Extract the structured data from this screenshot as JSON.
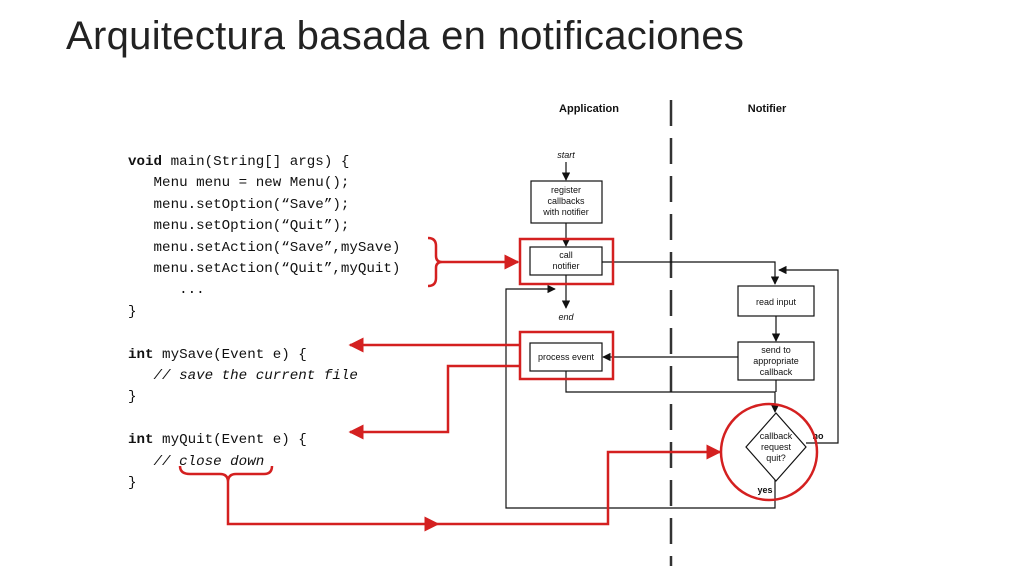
{
  "title": "Arquitectura basada en notificaciones",
  "code": {
    "l1": [
      "void",
      " main(String[] args) {"
    ],
    "l2": "   Menu menu = new Menu();",
    "l3": "   menu.setOption(“Save”);",
    "l4": "   menu.setOption(“Quit”);",
    "l5": "   menu.setAction(“Save”,mySave)",
    "l6": "   menu.setAction(“Quit”,myQuit)",
    "l7": "      ...",
    "l8": "}",
    "l10": [
      "int",
      " mySave(Event e) {"
    ],
    "l11": "   // save the current file",
    "l12": "}",
    "l14": [
      "int",
      " myQuit(Event e) {"
    ],
    "l15": "   // close down",
    "l16": "}"
  },
  "flowchart": {
    "lane_application": "Application",
    "lane_notifier": "Notifier",
    "start_label": "start",
    "end_label": "end",
    "register": [
      "register",
      "callbacks",
      "with notifier"
    ],
    "call_notifier": [
      "call",
      "notifier"
    ],
    "process_event": "process event",
    "read_input": "read input",
    "send_callback": [
      "send to",
      "appropriate",
      "callback"
    ],
    "decision": [
      "callback",
      "request",
      "quit?"
    ],
    "no_label": "no",
    "yes_label": "yes"
  },
  "colors": {
    "highlight": "#d42020",
    "line": "#111111"
  }
}
